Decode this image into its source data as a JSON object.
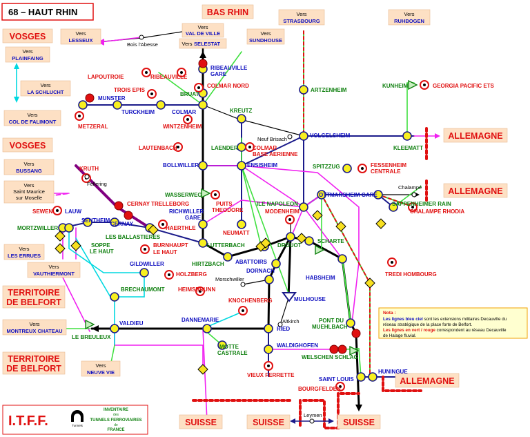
{
  "title": "68 – HAUT RHIN",
  "regions": {
    "bas_rhin": "BAS RHIN",
    "vosges1": "VOSGES",
    "vosges2": "VOSGES",
    "belfort1a": "TERRITOIRE",
    "belfort1b": "DE BELFORT",
    "belfort2a": "TERRITOIRE",
    "belfort2b": "DE BELFORT",
    "allemagne1": "ALLEMAGNE",
    "allemagne2": "ALLEMAGNE",
    "allemagne3": "ALLEMAGNE",
    "suisse1": "SUISSE",
    "suisse2": "SUISSE",
    "suisse3": "SUISSE"
  },
  "vers": {
    "word": "Vers",
    "lesseux": "LESSEUX",
    "val_de_ville": "VAL DE VILLE",
    "selestat": "SELESTAT",
    "sundhouse": "SUNDHOUSE",
    "strasbourg": "STRASBOURG",
    "ruhbogen": "RUHBOGEN",
    "plainfaing": "PLAINFAING",
    "la_schlucht": "LA SCHLUCHT",
    "col_de_falimont": "COL DE FALIMONT",
    "bussang": "BUSSANG",
    "st_maurice_1": "Saint Maurice",
    "st_maurice_2": "sur Moselle",
    "les_errues": "LES ERRUES",
    "vauthiermont": "VAUTHIERMONT",
    "montreux_chateau": "MONTREUX CHATEAU",
    "neuve_vie": "NEUVE VIE"
  },
  "small": {
    "bois_abesse": "Bois l'Abesse",
    "neuf_brisach": "Neuf Brisach",
    "fellering": "Fellering",
    "chalampe": "Chalampé",
    "morschwiller": "Morschwiller",
    "altkirch": "Altkirch",
    "leymen": "Leymen"
  },
  "stations": {
    "ribeauville_gare_1": "RIBEAUVILLE",
    "ribeauville_gare_2": "GARE",
    "ribeauville": "RIBEAUVILLE",
    "lapoutroie": "LAPOUTROIE",
    "colmar_nord": "COLMAR NORD",
    "trois_epis": "TROIS EPIS",
    "bruat": "BRUAT",
    "artzenheim": "ARTZENHEIM",
    "kunheim": "KUNHEIM",
    "georgia_pacific": "GEORGIA PACIFIC ETS",
    "munster": "MUNSTER",
    "turckheim": "TURCKHEIM",
    "colmar": "COLMAR",
    "metzeral": "METZERAL",
    "wintzenheim": "WINTZENHEIM",
    "kreutz": "KREUTZ",
    "volgelsheim": "VOLGELSHEIM",
    "kleematt": "KLEEMATT",
    "lautenbach": "LAUTENBACH",
    "laender": "LAENDER",
    "colmar_base_1": "COLMAR",
    "colmar_base_2": "BASE AERIENNE",
    "bollwiller": "BOLLWILLER",
    "ensisheim": "ENSISHEIM",
    "spitzzug": "SPITZZUG",
    "fessenheim_1": "FESSENHEIM",
    "fessenheim_2": "CENTRALE",
    "kruth": "KRUTH",
    "wasserweg": "WASSERWEG",
    "puits_1": "PUITS",
    "puits_2": "THEODORE",
    "ottmarsheim": "OTTMARSHEIM GARE",
    "sappenheimer": "SAPPENHEIMER RAIN",
    "chalampe_rhodia": "CHALAMPE RHODIA",
    "cernay_trelleborg": "CERNAY TRELLEBORG",
    "ile_napoleon": "ILE NAPOLEON",
    "modenheim": "MODENHEIM",
    "sewen": "SEWEN",
    "lauw": "LAUW",
    "sentheim": "SENTHEIM",
    "cernay": "CERNAY",
    "richwiller_1": "RICHWILLER",
    "richwiller_2": "GARE",
    "mortzwiller": "MORTZWILLER",
    "haerthle": "HAERTHLE",
    "neumatt": "NEUMATT",
    "les_ballastieres": "LES BALLASTIERES",
    "lutterbach": "LUTTERBACH",
    "drouot": "DROUOT",
    "scharte": "SCHARTE",
    "soppe_1": "SOPPE",
    "soppe_2": "LE HAUT",
    "burnhaupt_1": "BURNHAUPT",
    "burnhaupt_2": "LE HAUT",
    "hirtzbach": "HIRTZBACH",
    "abattoirs": "ABATTOIRS",
    "dornach": "DORNACH",
    "gildwiller": "GILDWILLER",
    "holzberg": "HOLZBERG",
    "tredi": "TREDI HOMBOURG",
    "brechaumont": "BRECHAUMONT",
    "heimsbrunn": "HEIMSBRUNN",
    "habsheim": "HABSHEIM",
    "knochenberg": "KNOCHENBERG",
    "mulhouse": "MULHOUSE",
    "valdieu": "VALDIEU",
    "dannemarie": "DANNEMARIE",
    "ried": "RIED",
    "pont_1": "PONT DU",
    "pont_2": "MUEHLBACH",
    "le_breuleux": "LE BREULEUX",
    "motte_1": "MOTTE",
    "motte_2": "CASTRALE",
    "waldighofen": "WALDIGHOFEN",
    "welschen": "WELSCHEN SCHLAG",
    "vieux_ferrette": "VIEUX FERRETTE",
    "saint_louis": "SAINT LOUIS",
    "huningue": "HUNINGUE",
    "bourgfelden": "BOURGFELDEN"
  },
  "note": {
    "title": "Nota :",
    "l1a": "Les lignes bleu ciel",
    " l1b": " sont les extensions militaires Decauville du",
    "l2": "réseau stratégique de la place forte de Belfort.",
    "l3a": "Les lignes en vert / rouge",
    " l3b": " correspondent au réseau Decauville",
    "l4": "de Halage fluvial."
  },
  "logo": {
    "name": "I.T.F.F.",
    "line1": "INVENTAIRE",
    "line2": "des",
    "line3": "TUNNELS FERROVIAIRES",
    "line4": "de",
    "line5": "FRANCE",
    "badge": "Tunnels"
  },
  "colors": {
    "blue": "#1010c0",
    "red": "#e01010",
    "green": "#108010",
    "cyan": "#00d8e0",
    "magenta": "#f020f0",
    "lime": "#40e040",
    "purple": "#800080",
    "box": "#fde0c4"
  }
}
